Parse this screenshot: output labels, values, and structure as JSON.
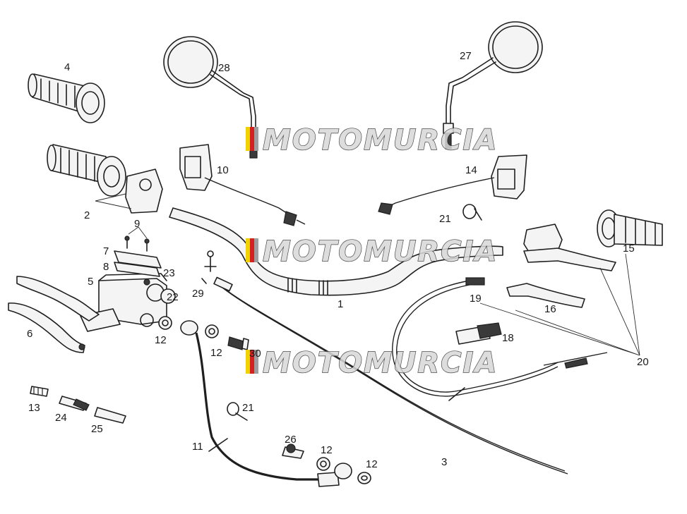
{
  "labels": {
    "l1": "1",
    "l2": "2",
    "l3": "3",
    "l4": "4",
    "l5": "5",
    "l6": "6",
    "l7": "7",
    "l8": "8",
    "l9": "9",
    "l10": "10",
    "l11": "11",
    "l12a": "12",
    "l12b": "12",
    "l12c": "12",
    "l12d": "12",
    "l13": "13",
    "l14": "14",
    "l15": "15",
    "l16": "16",
    "l18": "18",
    "l19": "19",
    "l20": "20",
    "l21a": "21",
    "l21b": "21",
    "l22": "22",
    "l23": "23",
    "l24": "24",
    "l25": "25",
    "l26": "26",
    "l27": "27",
    "l28": "28",
    "l29": "29",
    "l30": "30"
  },
  "watermark": {
    "text": "MOTOMURCIA",
    "flag_colors": [
      "#f0d200",
      "#d42020",
      "#9e9e9e"
    ]
  }
}
